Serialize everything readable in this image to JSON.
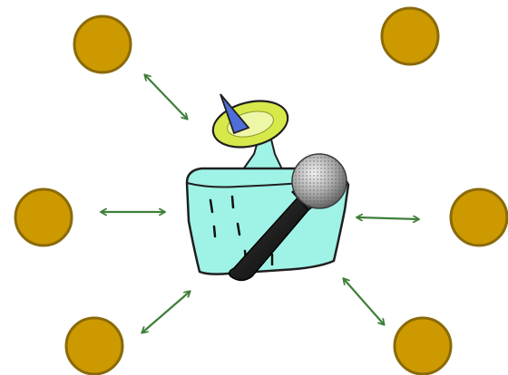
{
  "diagram": {
    "hub": {
      "icon": "radio-station-building-icon",
      "parts": [
        "satellite-dish-icon",
        "microphone-icon"
      ]
    },
    "nodes": [
      {
        "name": "node-top-left",
        "connected": true
      },
      {
        "name": "node-top-right",
        "connected": false
      },
      {
        "name": "node-middle-left",
        "connected": true
      },
      {
        "name": "node-middle-right",
        "connected": true
      },
      {
        "name": "node-bottom-left",
        "connected": true
      },
      {
        "name": "node-bottom-right",
        "connected": true
      }
    ],
    "connector": {
      "icon": "double-headed-arrow-icon",
      "style": "bidirectional"
    },
    "colors": {
      "node_fill": "#CC9900",
      "node_stroke": "#8A6A0A",
      "arrow": "#3F7F3A",
      "building": "#9FF3E6",
      "dish": "#D7E84A",
      "dish_feed": "#4F6FD8",
      "mic_handle": "#1A1A1A",
      "mic_grille": "#B5B5B5"
    }
  }
}
